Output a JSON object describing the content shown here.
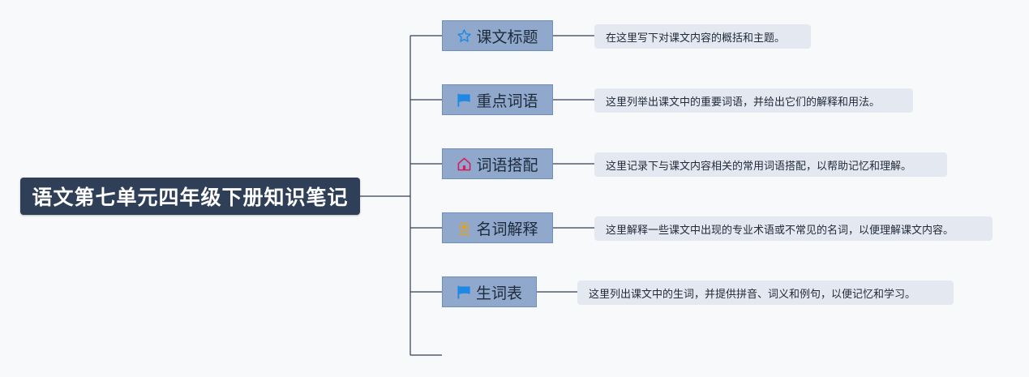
{
  "root": {
    "title": "语文第七单元四年级下册知识笔记"
  },
  "branches": [
    {
      "label": "课文标题",
      "icon": "star-icon",
      "note": "在这里写下对课文内容的概括和主题。"
    },
    {
      "label": "重点词语",
      "icon": "flag-icon",
      "note": "这里列举出课文中的重要词语，并给出它们的解释和用法。"
    },
    {
      "label": "词语搭配",
      "icon": "home-icon",
      "note": "这里记录下与课文内容相关的常用词语搭配，以帮助记忆和理解。"
    },
    {
      "label": "名词解释",
      "icon": "award-icon",
      "note": "这里解释一些课文中出现的专业术语或不常见的名词，以便理解课文内容。"
    },
    {
      "label": "生词表",
      "icon": "flag-icon",
      "note": "这里列出课文中的生词，并提供拼音、词义和例句，以便记忆和学习。"
    }
  ],
  "colors": {
    "root_bg": "#2e3f57",
    "branch_bg": "#8fa8cb",
    "note_bg": "#e4e9f1",
    "line": "#2e3f57",
    "star": "#1e88e5",
    "flag": "#1e88e5",
    "home": "#d81b60",
    "award": "#e0a020"
  }
}
